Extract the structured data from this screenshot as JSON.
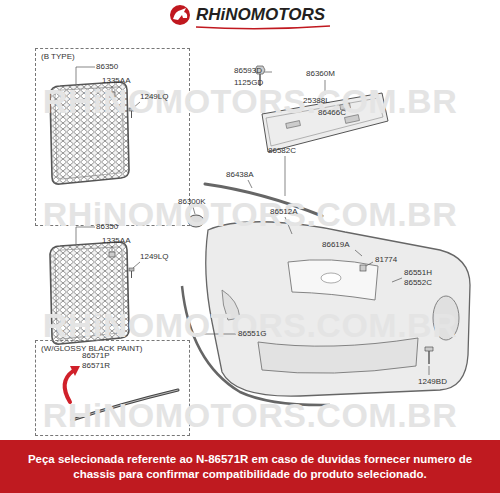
{
  "diagram": {
    "nodes": [
      {
        "text": [
          "(B TYPE)"
        ]
      },
      {
        "text": [
          "(W/GLOSSY BLACK PAINT)"
        ]
      },
      {
        "text": [
          "Peça selecionada referente ao N-86571R em caso de duvidas fornecer numero de chassis para confirmar compatibilidade do produto selecionado."
        ]
      }
    ],
    "labels": [
      "RHiNOMOTORS",
      "RHiNOMOTORS.COM.BR",
      "RHiNOMOTORS.COM.BR",
      "RHiNOMOTORS.COM.BR",
      "RHiNOMOTORS.COM.BR",
      "86350",
      "1335AA",
      "1249LQ",
      "86593D",
      "1125GD",
      "86360M",
      "25388L",
      "86466C",
      "86582C",
      "86438A",
      "86300K",
      "86512A",
      "86350",
      "1335AA",
      "1249LQ",
      "86619A",
      "81774",
      "86551H",
      "86552C",
      "86551G",
      "86571P",
      "86571R",
      "1249BD"
    ]
  }
}
